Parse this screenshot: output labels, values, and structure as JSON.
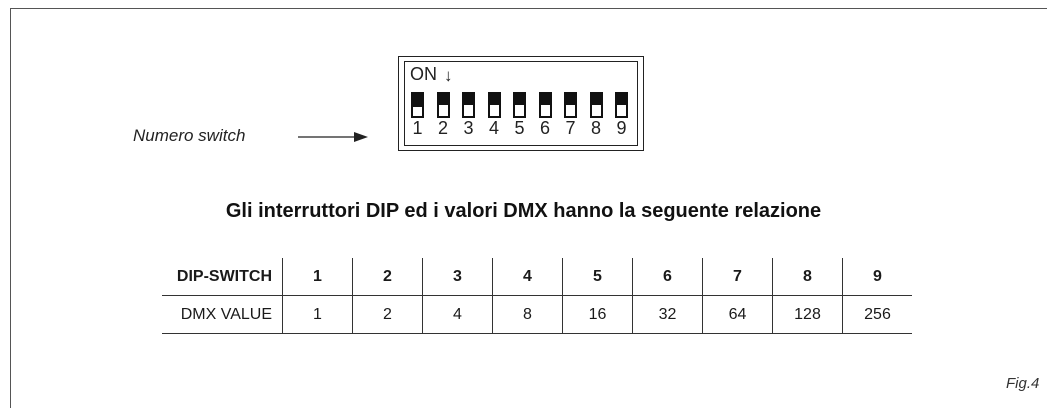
{
  "diagram": {
    "numero_label": "Numero switch",
    "on_label": "ON",
    "on_arrow": "↓",
    "switches": [
      {
        "number": "1",
        "on": true
      },
      {
        "number": "2",
        "on": false
      },
      {
        "number": "3",
        "on": false
      },
      {
        "number": "4",
        "on": false
      },
      {
        "number": "5",
        "on": false
      },
      {
        "number": "6",
        "on": false
      },
      {
        "number": "7",
        "on": false
      },
      {
        "number": "8",
        "on": false
      },
      {
        "number": "9",
        "on": false
      }
    ]
  },
  "heading": "Gli interruttori DIP ed i valori DMX hanno la seguente relazione",
  "table": {
    "header_label": "DIP-SWITCH",
    "value_label": "DMX VALUE",
    "switch_numbers": [
      "1",
      "2",
      "3",
      "4",
      "5",
      "6",
      "7",
      "8",
      "9"
    ],
    "dmx_values": [
      "1",
      "2",
      "4",
      "8",
      "16",
      "32",
      "64",
      "128",
      "256"
    ]
  },
  "figure_label": "Fig.4"
}
